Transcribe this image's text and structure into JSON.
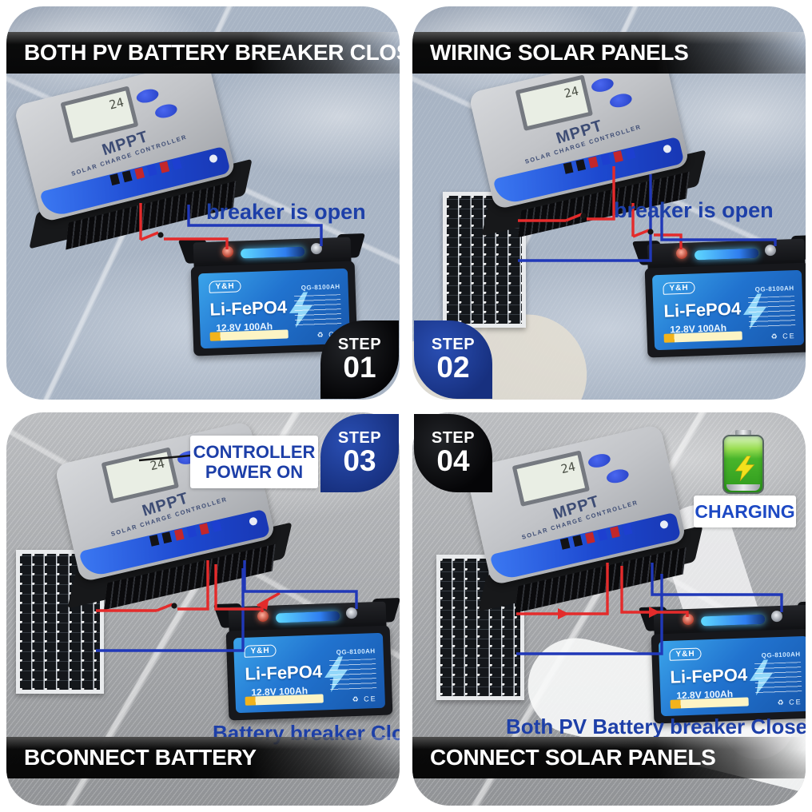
{
  "panels": [
    {
      "banner": "BOTH PV BATTERY BREAKER CLOSE",
      "step_label": "STEP",
      "step_number": "01",
      "annotation": "breaker is open"
    },
    {
      "banner": "WIRING SOLAR PANELS",
      "step_label": "STEP",
      "step_number": "02",
      "annotation": "breaker is open"
    },
    {
      "banner": "BCONNECT BATTERY",
      "step_label": "STEP",
      "step_number": "03",
      "annotation": "Battery breaker Close",
      "callout": "CONTROLLER POWER ON"
    },
    {
      "banner": "CONNECT SOLAR PANELS",
      "step_label": "STEP",
      "step_number": "04",
      "annotation": "Both PV Battery breaker Close",
      "charging_label": "CHARGING"
    }
  ],
  "controller": {
    "brand": "MPPT",
    "subtitle": "SOLAR CHARGE CONTROLLER",
    "lcd_value": "24"
  },
  "battery": {
    "brand": "Y&H",
    "chemistry": "Li-FePO4",
    "rating": "12.8V 100Ah",
    "model": "QG-8100AH",
    "certifications": "♻ CE"
  },
  "icons": {
    "charging": "battery-charging-icon",
    "bolt": "lightning-bolt-icon"
  },
  "colors": {
    "step_blue": "#1d3c9c",
    "step_black": "#0c0c0e",
    "annotation_blue": "#1d3fa8",
    "battery_label_blue": "#2173cf",
    "wire_red": "#e42b2b",
    "wire_blue": "#2038b8",
    "charge_green": "#49b52b"
  }
}
